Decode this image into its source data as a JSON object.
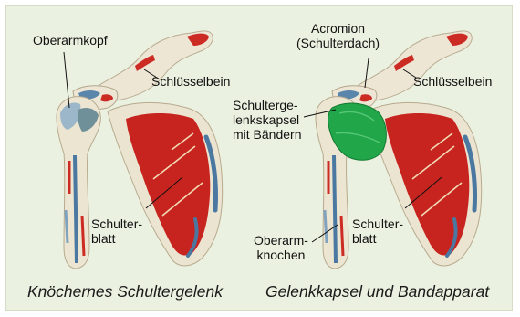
{
  "left_figure": {
    "labels": {
      "oberarmkopf": "Oberarmkopf",
      "schluesselbein": "Schlüsselbein",
      "schulterblatt": "Schulter-\nblatt"
    }
  },
  "right_figure": {
    "labels": {
      "acromion": "Acromion\n(Schulterdach)",
      "schluesselbein": "Schlüsselbein",
      "schultergelenkkapsel": "Schulterge-\nlenkskapsel\nmit Bändern",
      "schulterblatt": "Schulter-\nblatt",
      "oberarmknochen": "Oberarm-\nknochen"
    }
  },
  "captions": {
    "left": "Knöchernes Schultergelenk",
    "right": "Gelenkkapsel und Bandapparat"
  },
  "colors": {
    "panel_background": "#ebf1e0",
    "muscle_red": "#c8241f",
    "bone": "#ece5d2",
    "cartilage_blue": "#4a78a0",
    "capsule_green": "#22a64a"
  }
}
